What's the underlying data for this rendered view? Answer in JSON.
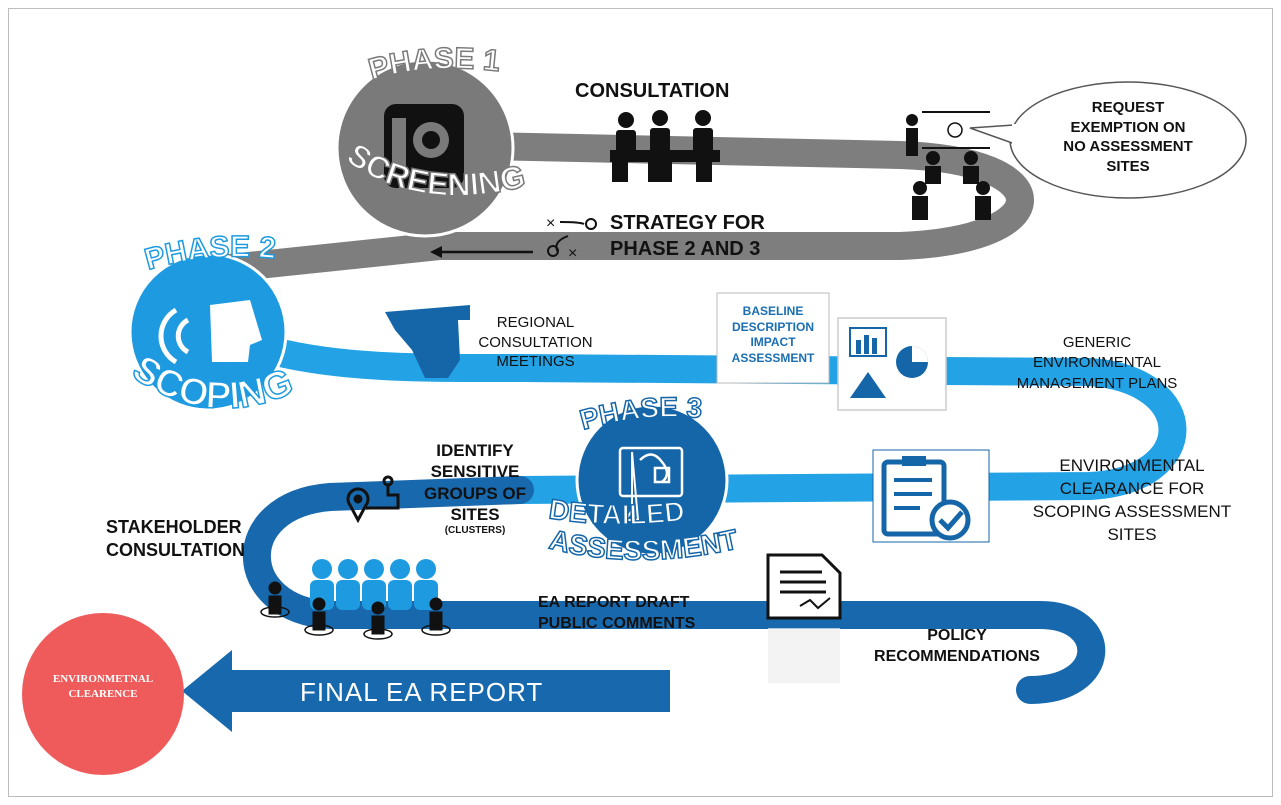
{
  "phases": [
    {
      "number_label": "PHASE 1",
      "name": "SCREENING"
    },
    {
      "number_label": "PHASE 2",
      "name": "SCOPING"
    },
    {
      "number_label": "PHASE 3",
      "name_line1": "DETAILED",
      "name_line2": "ASSESSMENT"
    }
  ],
  "labels": {
    "consultation": "CONSULTATION",
    "request_exemption": [
      "REQUEST",
      "EXEMPTION ON",
      "NO ASSESSMENT",
      "SITES"
    ],
    "strategy": [
      "STRATEGY FOR",
      "PHASE 2 AND 3"
    ],
    "regional_consultation": [
      "REGIONAL",
      "CONSULTATION",
      "MEETINGS"
    ],
    "baseline": [
      "BASELINE",
      "DESCRIPTION",
      "IMPACT",
      "ASSESSMENT"
    ],
    "generic_emp": [
      "GENERIC",
      "ENVIRONMENTAL",
      "MANAGEMENT PLANS"
    ],
    "identify_sensitive": [
      "IDENTIFY",
      "SENSITIVE",
      "GROUPS OF",
      "SITES"
    ],
    "clusters": "(CLUSTERS)",
    "stakeholder": [
      "STAKEHOLDER",
      "CONSULTATION"
    ],
    "environmental_clearance_scoping": [
      "ENVIRONMENTAL",
      "CLEARANCE FOR",
      "SCOPING ASSESSMENT",
      "SITES"
    ],
    "ea_report_draft": [
      "EA REPORT DRAFT",
      "PUBLIC COMMENTS"
    ],
    "policy": [
      "POLICY",
      "RECOMMENDATIONS"
    ],
    "final_report": "FINAL EA REPORT",
    "clearance_circle": [
      "ENVIRONMETNAL",
      "CLEARENCE"
    ]
  },
  "colors": {
    "phase1": "#7a7a7a",
    "phase2": "#1e9be0",
    "phase3": "#1566a8",
    "final_circle": "#ef5b5b"
  }
}
